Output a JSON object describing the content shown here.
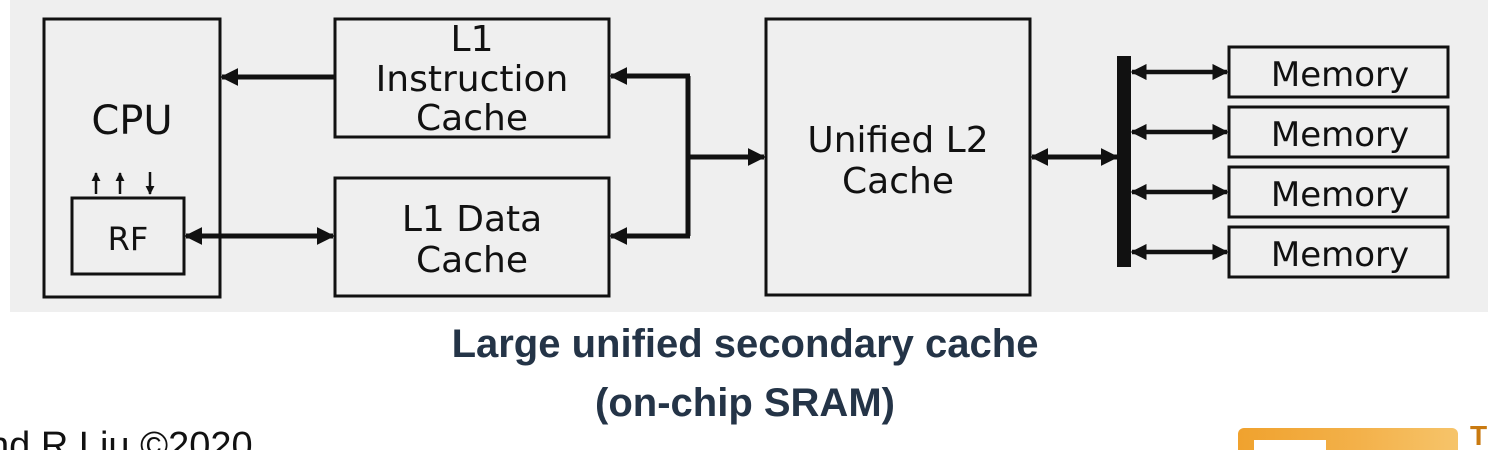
{
  "diagram": {
    "cpu": {
      "label": "CPU"
    },
    "register_file": {
      "label": "RF"
    },
    "l1_instruction_cache": {
      "lines": [
        "L1",
        "Instruction",
        "Cache"
      ]
    },
    "l1_data_cache": {
      "lines": [
        "L1 Data",
        "Cache"
      ]
    },
    "l2_cache": {
      "lines": [
        "Unified L2",
        "Cache"
      ]
    },
    "memories": [
      {
        "label": "Memory"
      },
      {
        "label": "Memory"
      },
      {
        "label": "Memory"
      },
      {
        "label": "Memory"
      }
    ]
  },
  "caption": {
    "line1": "Large unified secondary cache",
    "line2": "(on-chip SRAM)"
  },
  "footer": {
    "credit": "nd R Liu ©2020"
  },
  "logo": {
    "letter": "T"
  },
  "colors": {
    "panel_background": "#efefef",
    "ink": "#111111",
    "caption": "#243447",
    "logo_orange": "#f0a22e"
  }
}
